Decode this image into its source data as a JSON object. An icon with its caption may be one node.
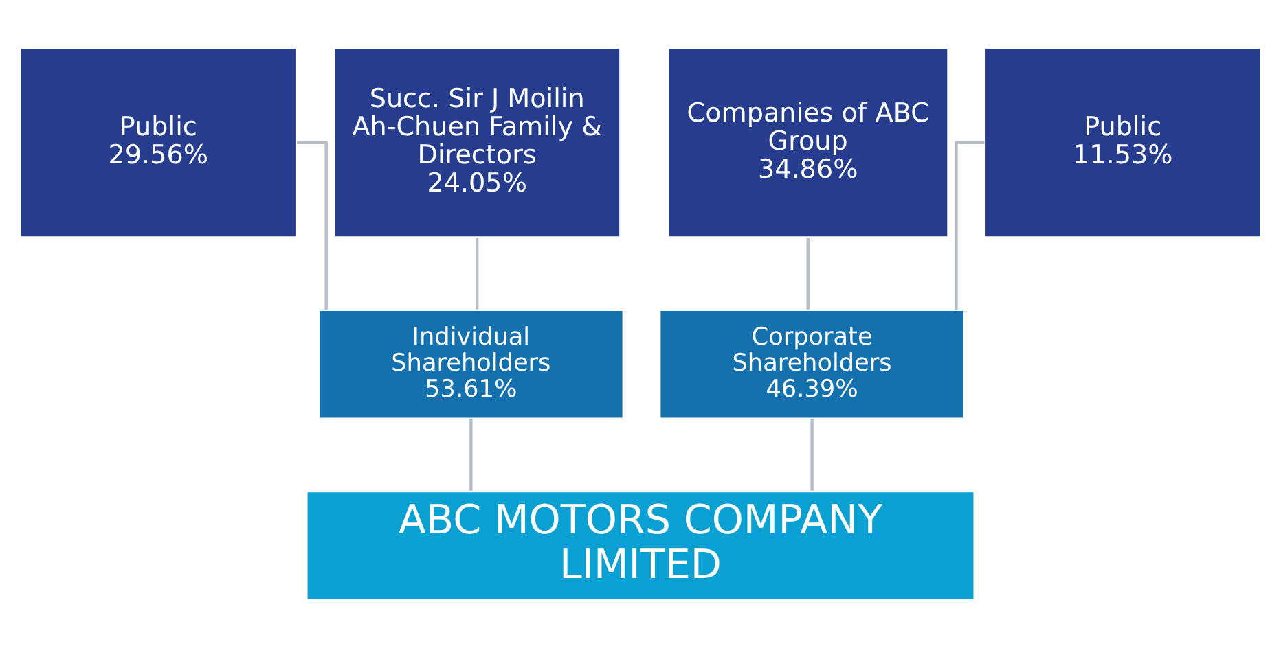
{
  "diagram": {
    "nodes": [
      {
        "text": [
          "Public",
          "29.56%"
        ]
      },
      {
        "text": [
          "Succ. Sir J Moilin Ah-Chuen Family & Directors",
          "24.05%"
        ]
      },
      {
        "text": [
          "Companies of ABC Group",
          "34.86%"
        ]
      },
      {
        "text": [
          "Public",
          "11.53%"
        ]
      },
      {
        "text": [
          "Individual Shareholders",
          "53.61%"
        ]
      },
      {
        "text": [
          "Corporate Shareholders",
          "46.39%"
        ]
      },
      {
        "text": [
          "ABC MOTORS COMPANY LIMITED"
        ]
      }
    ],
    "edges": [
      {
        "from": 0,
        "to": 4,
        "arrow": "none"
      },
      {
        "from": 1,
        "to": 4,
        "arrow": "none"
      },
      {
        "from": 2,
        "to": 5,
        "arrow": "none"
      },
      {
        "from": 3,
        "to": 5,
        "arrow": "none"
      },
      {
        "from": 4,
        "to": 6,
        "arrow": "none"
      },
      {
        "from": 5,
        "to": 6,
        "arrow": "none"
      }
    ]
  }
}
